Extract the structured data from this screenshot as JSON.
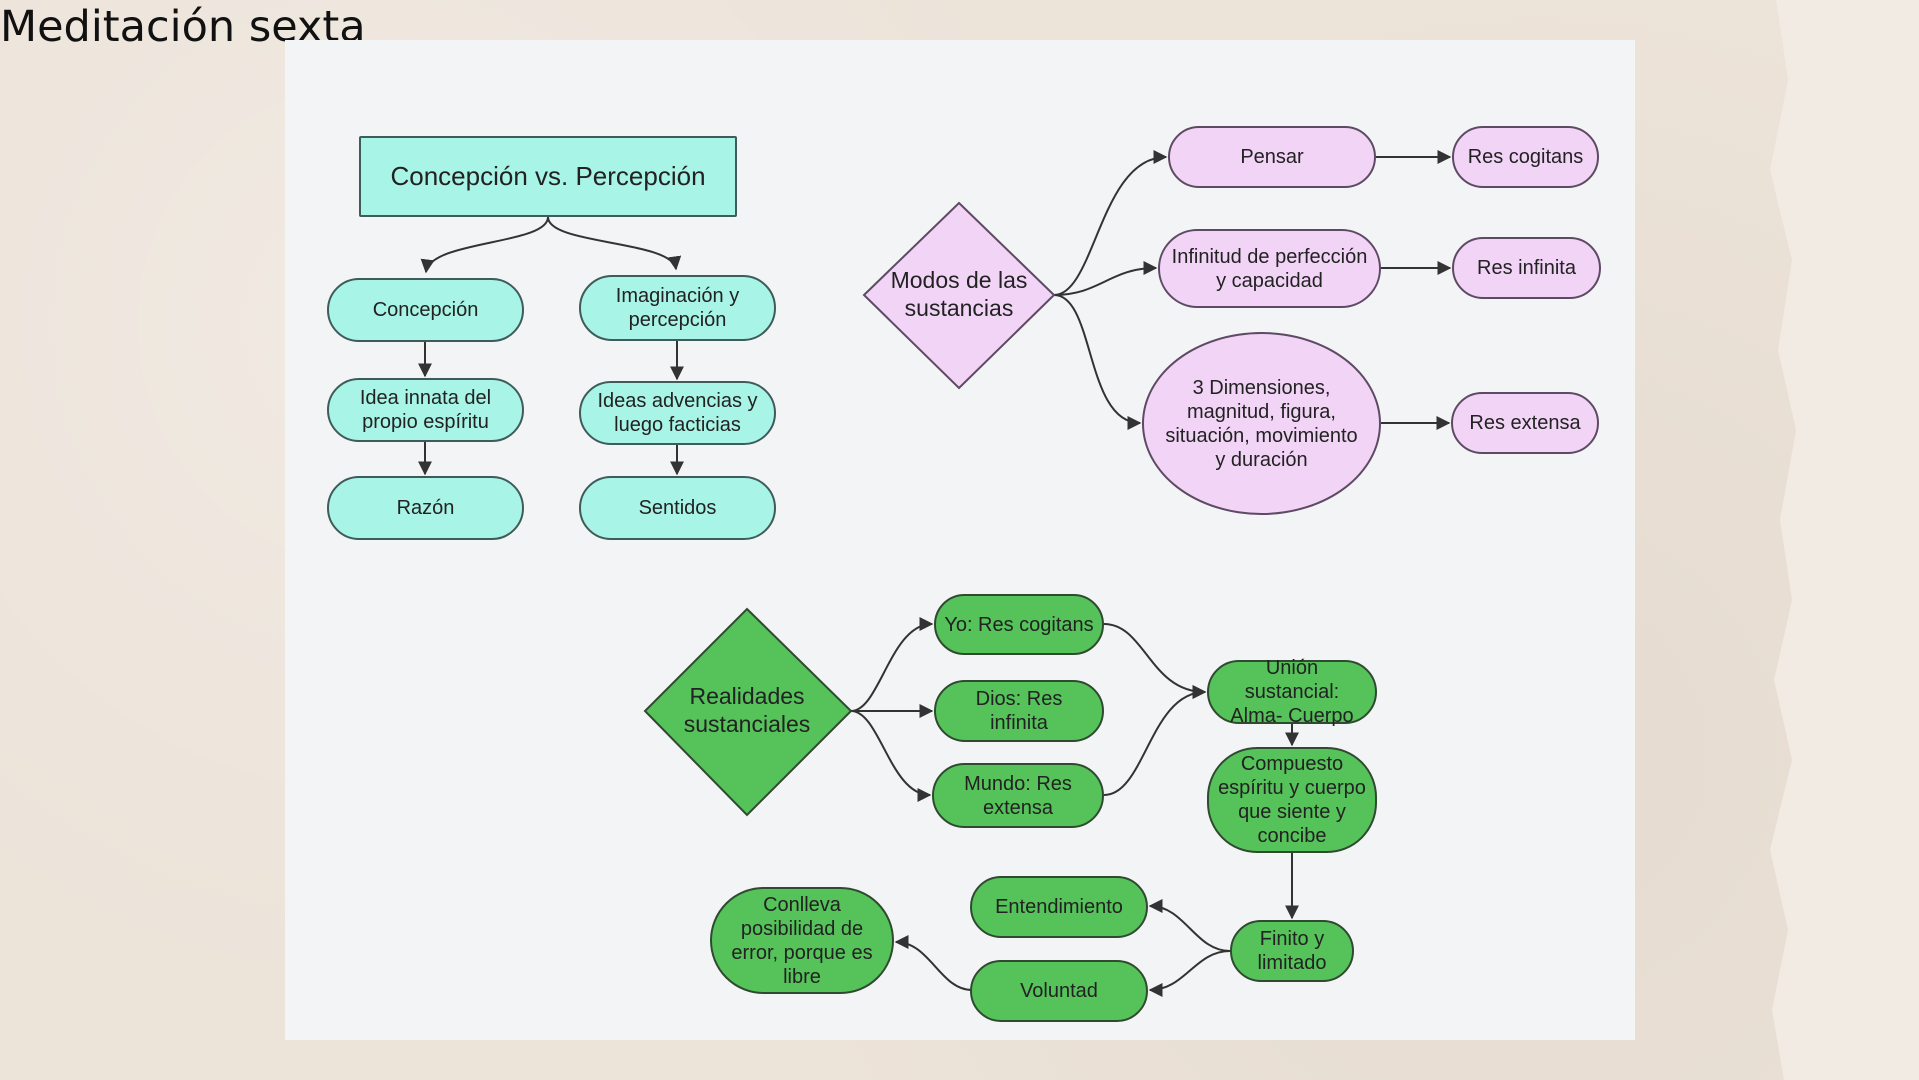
{
  "slide_title": "Meditación sexta",
  "colors": {
    "cyan_fill": "#a8f4e6",
    "pink_fill": "#f2d4f7",
    "green_fill": "#55c25a",
    "panel_bg": "#f3f4f6"
  },
  "concepcion_section": {
    "title": "Concepción vs. Percepción",
    "left_branch": [
      "Concepción",
      "Idea innata del propio espíritu",
      "Razón"
    ],
    "right_branch": [
      "Imaginación y percepción",
      "Ideas advencias y luego facticias",
      "Sentidos"
    ]
  },
  "modos_section": {
    "center": "Modos de las sustancias",
    "modes": [
      {
        "mode": "Pensar",
        "result": "Res cogitans"
      },
      {
        "mode": "Infinitud de perfección y capacidad",
        "result": "Res infinita"
      },
      {
        "mode": "3 Dimensiones, magnitud, figura, situación, movimiento y duración",
        "result": "Res extensa"
      }
    ]
  },
  "realidades_section": {
    "center": "Realidades sustanciales",
    "items": [
      "Yo: Res cogitans",
      "Dios: Res infinita",
      "Mundo: Res extensa"
    ],
    "union": "Unión sustancial: Alma- Cuerpo",
    "compuesto": "Compuesto espíritu y cuerpo que siente y concibe",
    "finito": "Finito y limitado",
    "entendimiento": "Entendimiento",
    "voluntad": "Voluntad",
    "conlleva": "Conlleva posibilidad de error, porque es libre"
  }
}
